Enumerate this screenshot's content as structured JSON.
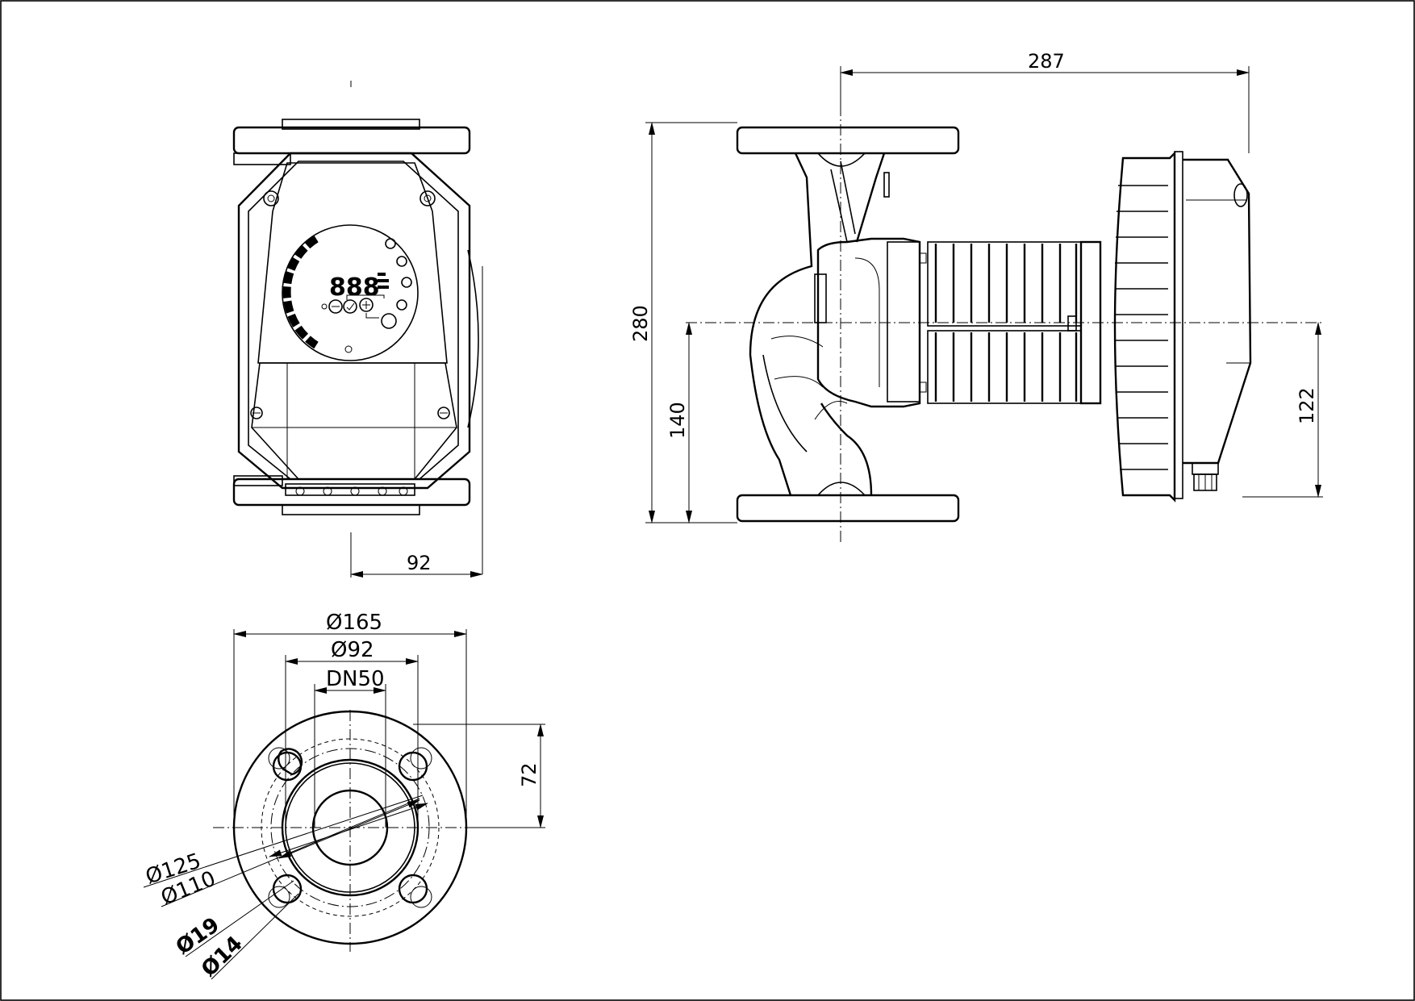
{
  "dimensions": {
    "overall_length": "287",
    "overall_height": "280",
    "axis_height_left": "140",
    "axis_height_right": "122",
    "front_depth": "92",
    "flange_outer_diameter": "Ø165",
    "flange_inner_diameter": "Ø92",
    "nominal_diameter": "DN50",
    "hole_offset": "72",
    "bolt_circle_125": "Ø125",
    "bolt_circle_110": "Ø110",
    "hole_19": "Ø19",
    "hole_14": "Ø14"
  },
  "display": {
    "digits": "888"
  },
  "colors": {
    "line": "#000000",
    "background": "#ffffff"
  }
}
